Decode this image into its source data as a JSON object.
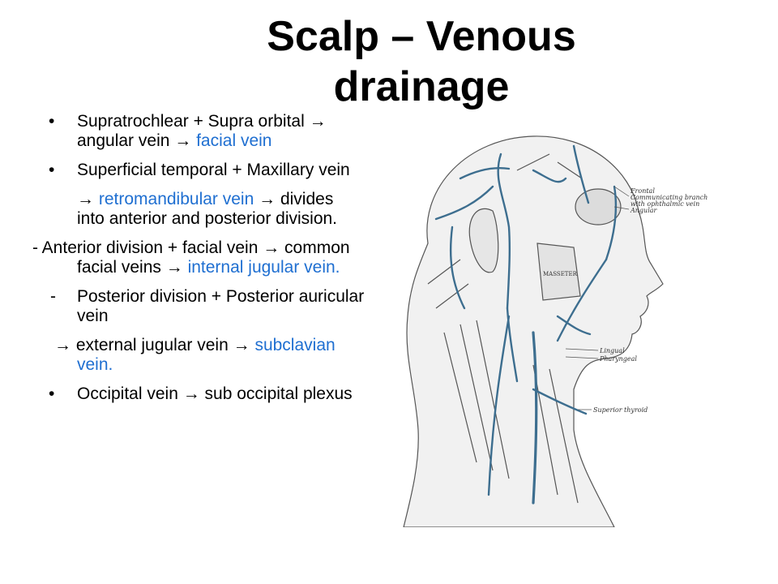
{
  "slide": {
    "title": "Scalp – Venous drainage",
    "items": [
      {
        "kind": "bullet",
        "mark": "•",
        "parts": [
          {
            "text": "Supratrochlear + Supra orbital → angular vein → ",
            "blue": false
          },
          {
            "text": "facial vein",
            "blue": true
          }
        ]
      },
      {
        "kind": "bullet",
        "mark": "•",
        "parts": [
          {
            "text": "Superficial temporal + Maxillary vein",
            "blue": false
          }
        ]
      },
      {
        "kind": "continuation",
        "parts": [
          {
            "text": "→ ",
            "blue": false
          },
          {
            "text": "retromandibular vein",
            "blue": true
          },
          {
            "text": " → divides into anterior and posterior division.",
            "blue": false
          }
        ]
      },
      {
        "kind": "hanging",
        "parts": [
          {
            "text": "- Anterior division + facial vein → common facial veins → ",
            "blue": false
          },
          {
            "text": "internal jugular vein.",
            "blue": true
          }
        ]
      },
      {
        "kind": "dash",
        "mark": "-",
        "parts": [
          {
            "text": "Posterior division + Posterior auricular vein",
            "blue": false
          }
        ]
      },
      {
        "kind": "continuation2",
        "parts": [
          {
            "text": "→ external jugular vein → ",
            "blue": false
          },
          {
            "text": "subclavian vein.",
            "blue": true
          }
        ]
      },
      {
        "kind": "bullet",
        "mark": "•",
        "parts": [
          {
            "text": "Occipital vein → sub occipital plexus",
            "blue": false
          }
        ]
      }
    ]
  },
  "figure": {
    "labels": {
      "frontal": "Frontal",
      "communicating": "Communicating branch",
      "ophthalmic": "with ophthalmic vein",
      "angular": "Angular",
      "masseter": "MASSETER",
      "lingual": "Lingual",
      "pharyngeal": "Pharyngeal",
      "superior_thyroid": "Superior thyroid"
    }
  },
  "colors": {
    "text": "#000000",
    "accent_blue": "#1f6fd1",
    "vein_blue": "#3d6e8f"
  }
}
